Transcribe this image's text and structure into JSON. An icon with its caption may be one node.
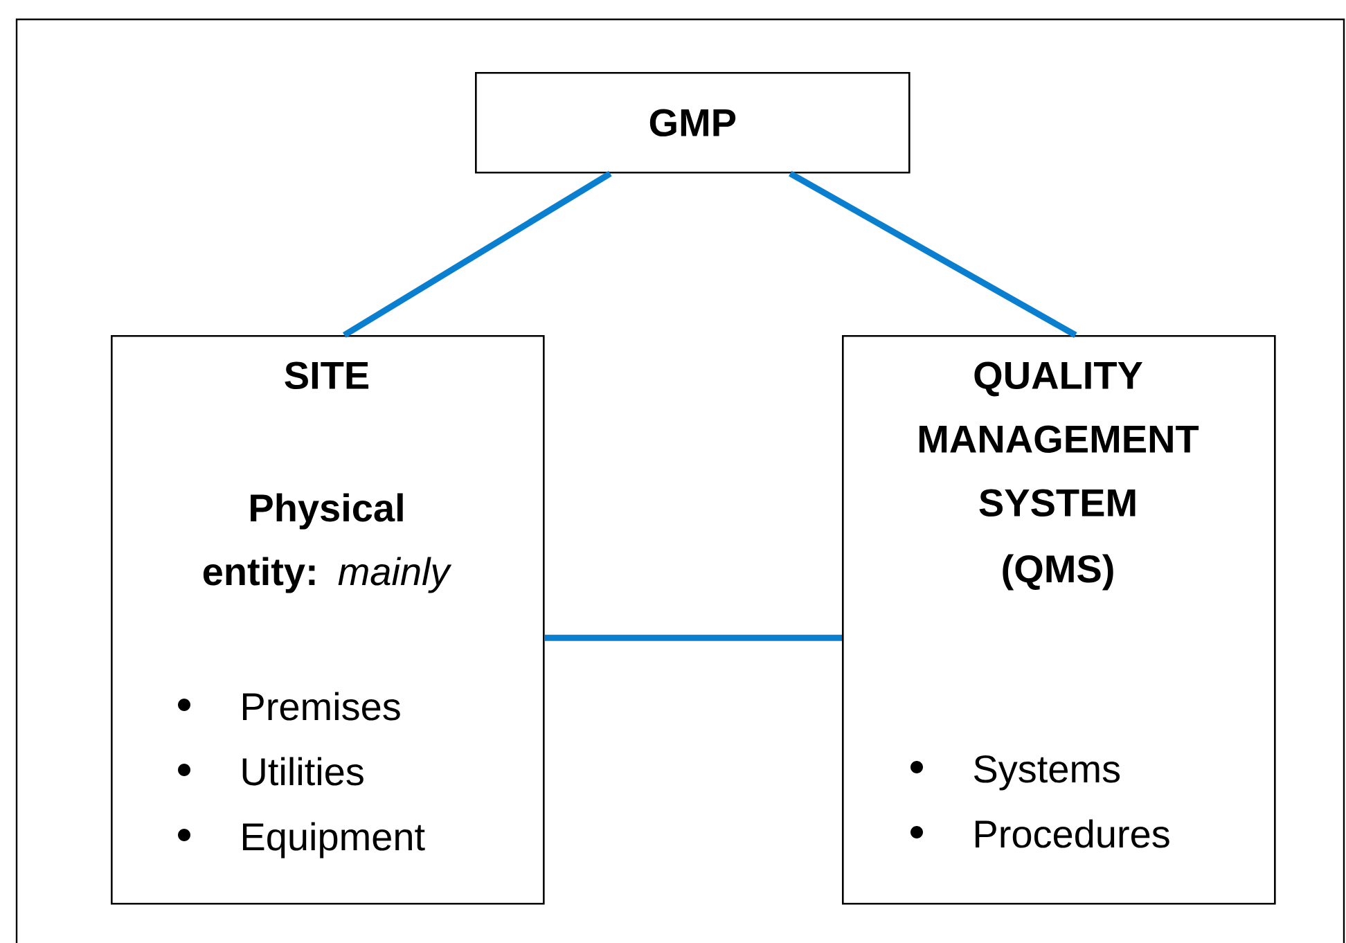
{
  "diagram": {
    "nodes": [
      {
        "text": [
          "GMP"
        ]
      },
      {
        "text": [
          "SITE",
          "**Physical entity:** *mainly*",
          "Premises",
          "Utilities",
          "Equipment"
        ]
      },
      {
        "text": [
          "QUALITY MANAGEMENT SYSTEM",
          "(QMS)",
          "Systems",
          "Procedures"
        ]
      }
    ],
    "edges": [
      {
        "from": 0,
        "to": 1,
        "arrow": "none"
      },
      {
        "from": 0,
        "to": 2,
        "arrow": "none"
      },
      {
        "from": 1,
        "to": 2,
        "arrow": "none"
      }
    ]
  }
}
